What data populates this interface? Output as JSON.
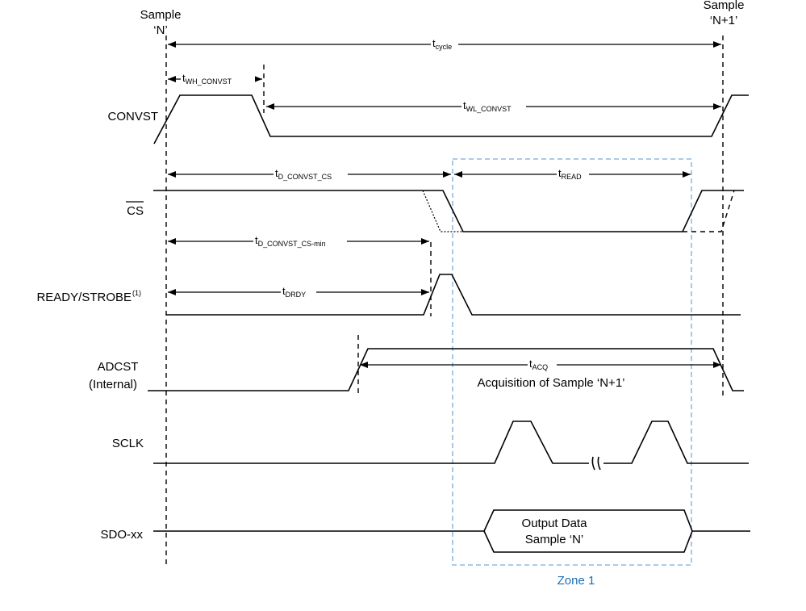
{
  "markers": {
    "sample_n": [
      "Sample",
      "‘N’"
    ],
    "sample_n1": [
      "Sample",
      "‘N+1’"
    ]
  },
  "signals": [
    {
      "key": "convst",
      "label": "CONVST"
    },
    {
      "key": "cs",
      "label": "CS"
    },
    {
      "key": "ready",
      "label": "READY/STROBE",
      "sup": "(1)"
    },
    {
      "key": "adcst",
      "label": "ADCST",
      "label2": "(Internal)"
    },
    {
      "key": "sclk",
      "label": "SCLK"
    },
    {
      "key": "sdo",
      "label": "SDO-xx"
    }
  ],
  "timings": {
    "t_cycle": {
      "t": "t",
      "sub": "cycle"
    },
    "t_wh_convst": {
      "t": "t",
      "sub": "WH_CONVST"
    },
    "t_wl_convst": {
      "t": "t",
      "sub": "WL_CONVST"
    },
    "t_d_convst_cs": {
      "t": "t",
      "sub": "D_CONVST_CS"
    },
    "t_read": {
      "t": "t",
      "sub": "READ"
    },
    "t_d_convst_cs_min": {
      "t": "t",
      "sub": "D_CONVST_CS-min"
    },
    "t_drdy": {
      "t": "t",
      "sub": "DRDY"
    },
    "t_acq": {
      "t": "t",
      "sub": "ACQ"
    }
  },
  "annotations": {
    "acquisition": "Acquisition of Sample ‘N+1’",
    "output_data": [
      "Output Data",
      "Sample ‘N’"
    ],
    "zone": "Zone 1"
  },
  "colors": {
    "zone_border": "#7aaad8",
    "zone_text": "#1a6fb5"
  }
}
